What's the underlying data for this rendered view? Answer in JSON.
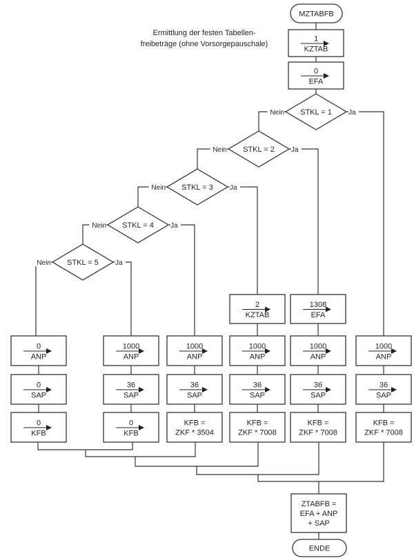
{
  "title": "MZTABFB",
  "caption": [
    "Ermittlung der festen Tabellen-",
    "freibeträge (ohne Vorsorgepauschale)"
  ],
  "init": [
    {
      "value": "1",
      "target": "KZTAB"
    },
    {
      "value": "0",
      "target": "EFA"
    }
  ],
  "decisions": [
    {
      "label": "STKL = 1",
      "no": "Nein",
      "yes": "Ja"
    },
    {
      "label": "STKL = 2",
      "no": "Nein",
      "yes": "Ja"
    },
    {
      "label": "STKL = 3",
      "no": "Nein",
      "yes": "Ja"
    },
    {
      "label": "STKL = 4",
      "no": "Nein",
      "yes": "Ja"
    },
    {
      "label": "STKL = 5",
      "no": "Nein",
      "yes": "Ja"
    }
  ],
  "extra": [
    {
      "value": "2",
      "target": "KZTAB"
    },
    {
      "value": "1308",
      "target": "EFA"
    }
  ],
  "columns": [
    {
      "anp": {
        "value": "0",
        "target": "ANP"
      },
      "sap": {
        "value": "0",
        "target": "SAP"
      },
      "kfb": {
        "type": "assign",
        "value": "0",
        "target": "KFB"
      }
    },
    {
      "anp": {
        "value": "1000",
        "target": "ANP"
      },
      "sap": {
        "value": "36",
        "target": "SAP"
      },
      "kfb": {
        "type": "assign",
        "value": "0",
        "target": "KFB"
      }
    },
    {
      "anp": {
        "value": "1000",
        "target": "ANP"
      },
      "sap": {
        "value": "36",
        "target": "SAP"
      },
      "kfb": {
        "type": "formula",
        "line1": "KFB =",
        "line2": "ZKF * 3504"
      }
    },
    {
      "anp": {
        "value": "1000",
        "target": "ANP"
      },
      "sap": {
        "value": "36",
        "target": "SAP"
      },
      "kfb": {
        "type": "formula",
        "line1": "KFB =",
        "line2": "ZKF * 7008"
      }
    },
    {
      "anp": {
        "value": "1000",
        "target": "ANP"
      },
      "sap": {
        "value": "36",
        "target": "SAP"
      },
      "kfb": {
        "type": "formula",
        "line1": "KFB =",
        "line2": "ZKF * 7008"
      }
    },
    {
      "anp": {
        "value": "1000",
        "target": "ANP"
      },
      "sap": {
        "value": "36",
        "target": "SAP"
      },
      "kfb": {
        "type": "formula",
        "line1": "KFB =",
        "line2": "ZKF * 7008"
      }
    }
  ],
  "result": [
    "ZTABFB =",
    "EFA + ANP",
    "+ SAP"
  ],
  "end": "ENDE"
}
